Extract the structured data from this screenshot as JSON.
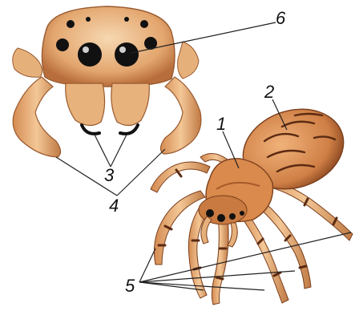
{
  "labels": {
    "l1": "1",
    "l2": "2",
    "l3": "3",
    "l4": "4",
    "l5": "5",
    "l6": "6"
  },
  "colors": {
    "fur_light": "#f1c79a",
    "fur_mid": "#d8915a",
    "fur_dark": "#8a4a24",
    "eye": "#111111",
    "background": "#ffffff"
  }
}
